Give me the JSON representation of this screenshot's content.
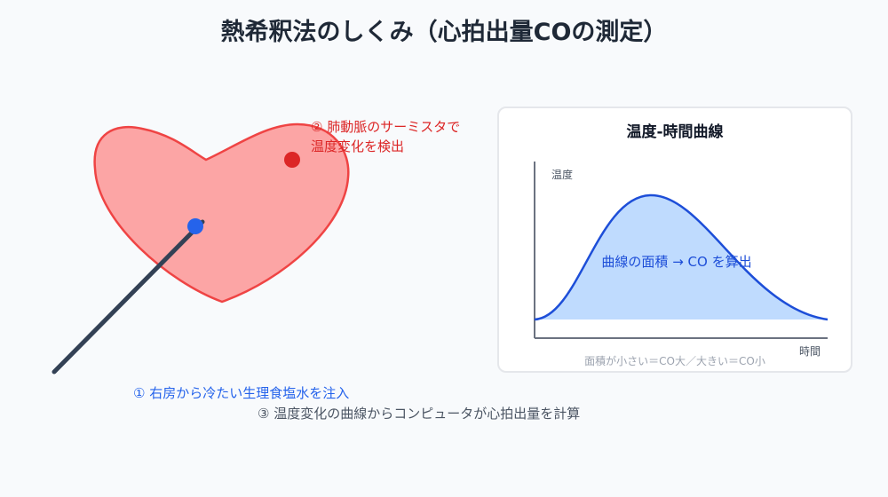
{
  "title": "熱希釈法のしくみ（心拍出量COの測定）",
  "labels": {
    "thermistor_line1": "② 肺動脈のサーミスタで",
    "thermistor_line2": "温度変化を検出",
    "injection": "① 右房から冷たい生理食塩水を注入",
    "compute": "③ 温度変化の曲線からコンピュータが心拍出量を計算"
  },
  "panel": {
    "title": "温度-時間曲線",
    "y_axis_label": "温度",
    "x_axis_label": "時間",
    "area_label": "曲線の面積 → CO を算出",
    "note": "面積が小さい＝CO大／大きい＝CO小"
  },
  "colors": {
    "heart_fill": "#fca5a5",
    "heart_stroke": "#ef4444",
    "thermistor_dot": "#dc2626",
    "injection_dot": "#2563eb",
    "catheter": "#334155",
    "curve_stroke": "#1d4ed8",
    "curve_fill": "#bfdbfe"
  }
}
